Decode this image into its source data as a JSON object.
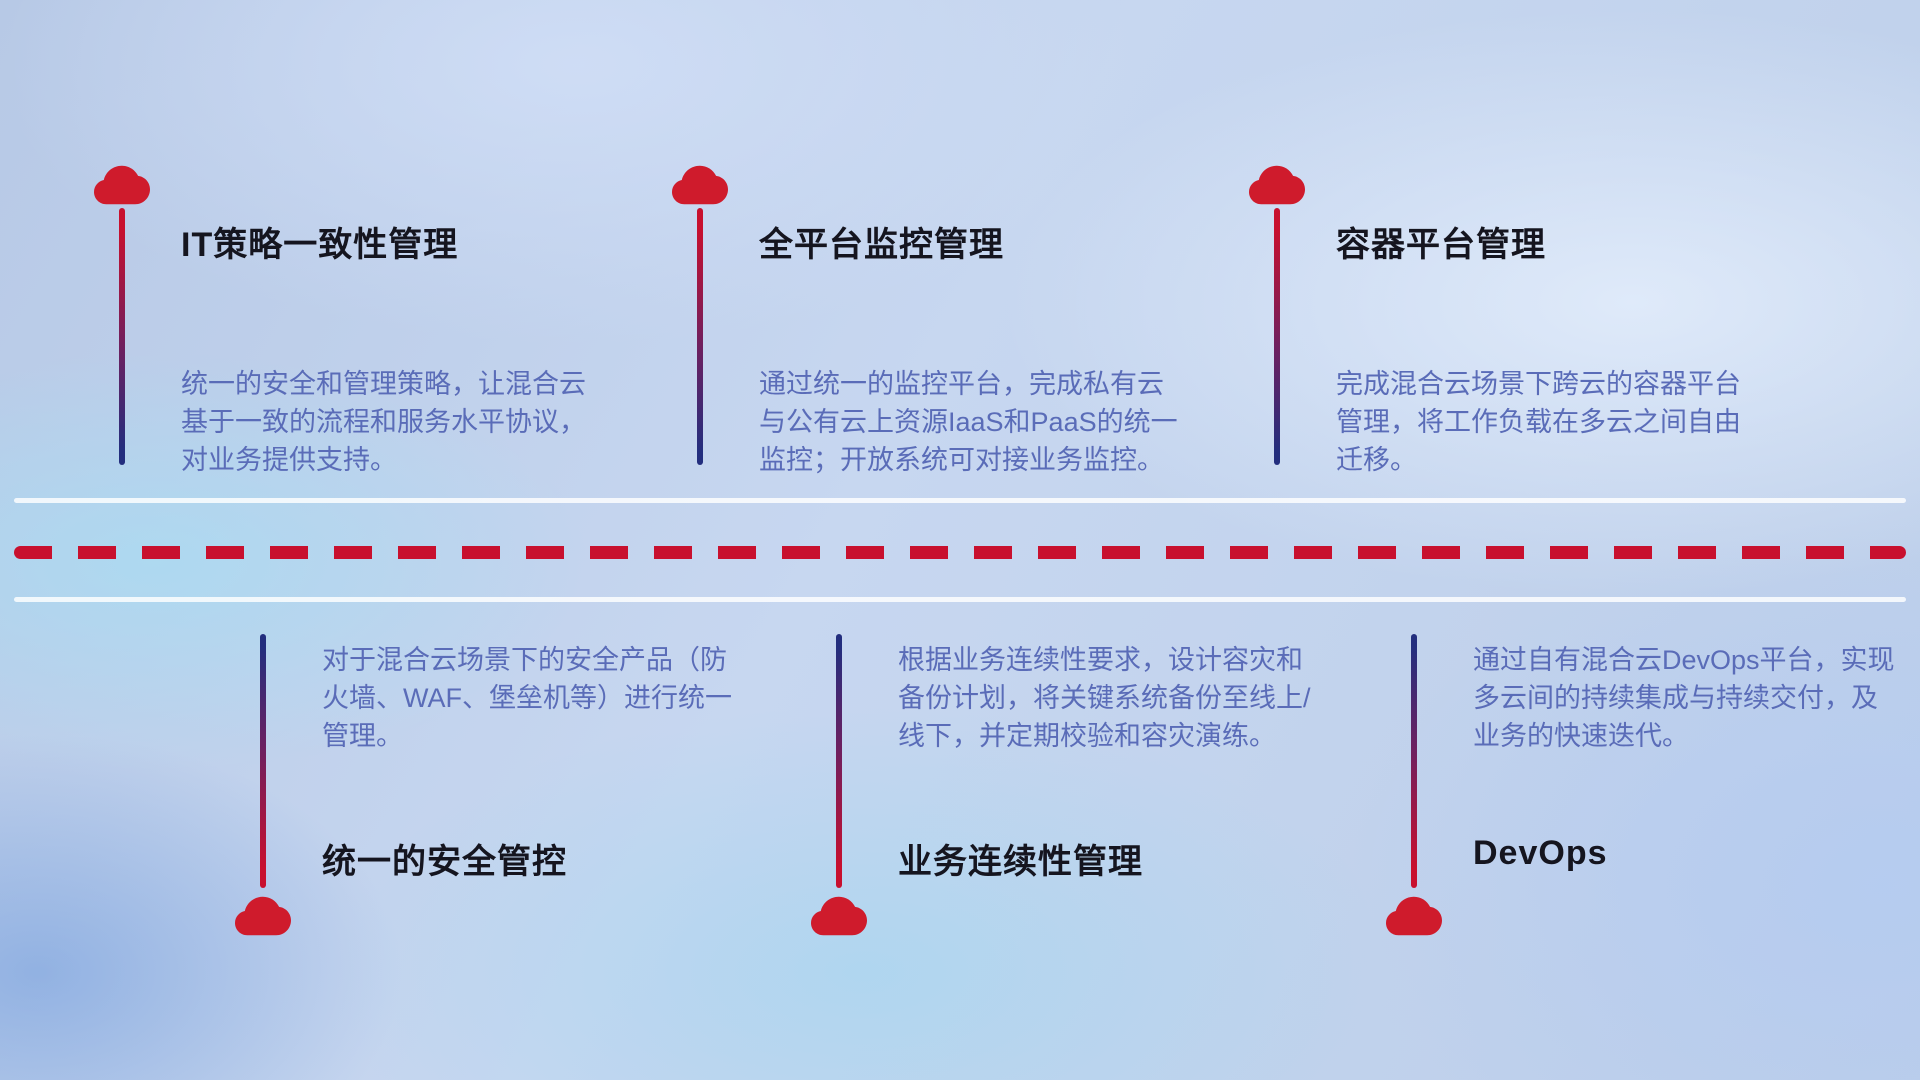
{
  "top": [
    {
      "title": "IT策略一致性管理",
      "desc": "统一的安全和管理策略，让混合云基于一致的流程和服务水平协议，对业务提供支持。"
    },
    {
      "title": "全平台监控管理",
      "desc": "通过统一的监控平台，完成私有云与公有云上资源IaaS和PaaS的统一监控；开放系统可对接业务监控。"
    },
    {
      "title": "容器平台管理",
      "desc": "完成混合云场景下跨云的容器平台管理，将工作负载在多云之间自由迁移。"
    }
  ],
  "bottom": [
    {
      "title": "统一的安全管控",
      "desc": "对于混合云场景下的安全产品（防火墙、WAF、堡垒机等）进行统一管理。"
    },
    {
      "title": "业务连续性管理",
      "desc": "根据业务连续性要求，设计容灾和备份计划，将关键系统备份至线上/线下，并定期校验和容灾演练。"
    },
    {
      "title": "DevOps",
      "desc": "通过自有混合云DevOps平台，实现多云间的持续集成与持续交付，及业务的快速迭代。"
    }
  ],
  "icons": {
    "cloud": "cloud-icon"
  },
  "colors": {
    "accent_red": "#c8102e",
    "line_blue": "#232e7e",
    "title_text": "#15151f",
    "desc_text": "#5a6cb8",
    "divider_white": "#ffffff"
  }
}
